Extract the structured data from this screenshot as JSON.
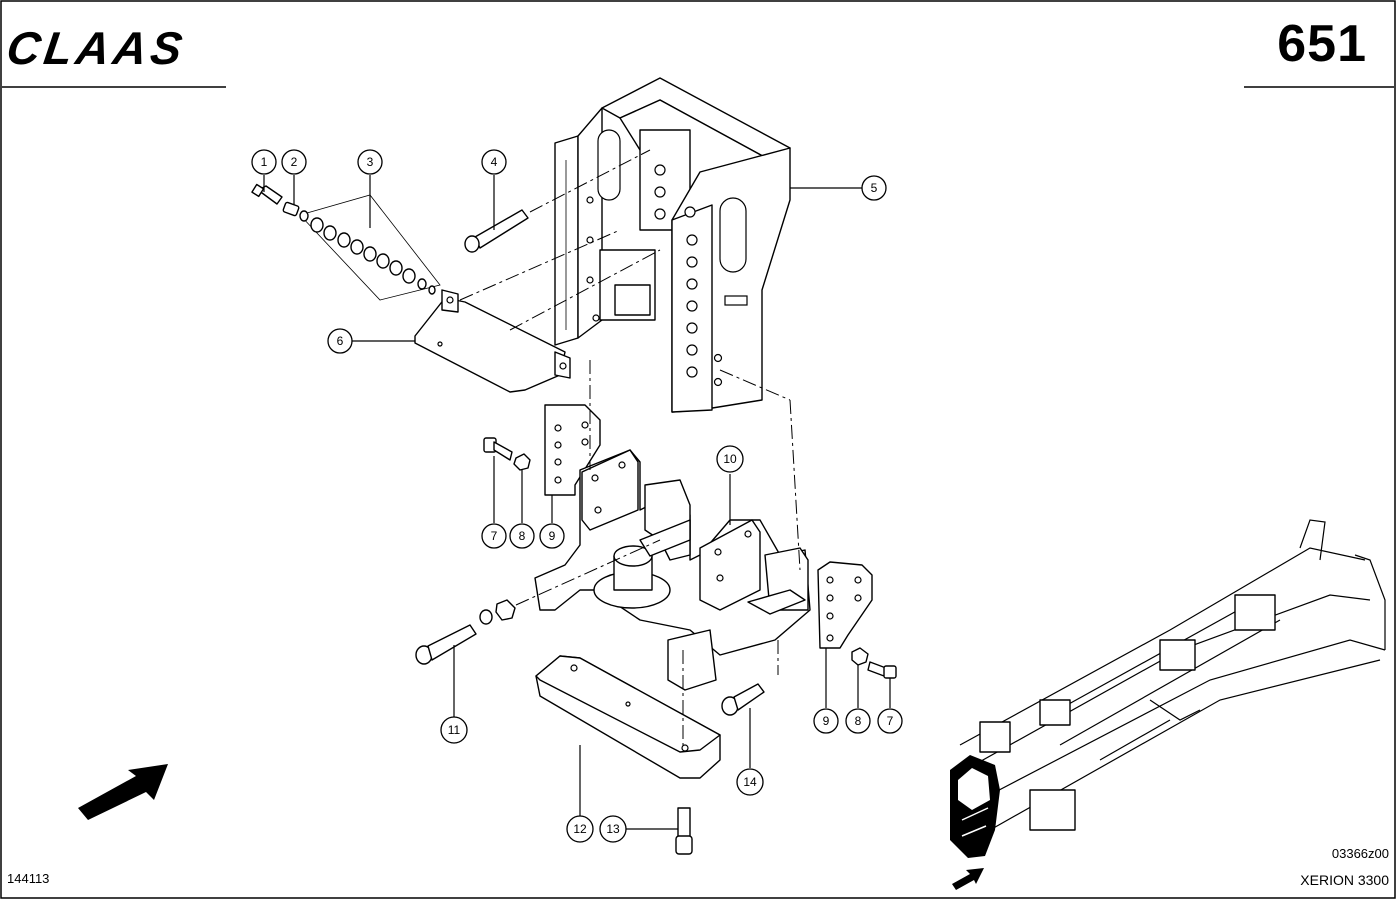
{
  "header": {
    "brand": "CLAAS",
    "page_number": "651"
  },
  "footer": {
    "document_number": "144113",
    "drawing_code": "03366z00",
    "model": "XERION 3300"
  },
  "callouts": {
    "c1": "1",
    "c2": "2",
    "c3": "3",
    "c4": "4",
    "c5": "5",
    "c6": "6",
    "c7a": "7",
    "c8a": "8",
    "c9a": "9",
    "c10": "10",
    "c11": "11",
    "c12": "12",
    "c13": "13",
    "c14": "14",
    "c9b": "9",
    "c8b": "8",
    "c7b": "7"
  }
}
